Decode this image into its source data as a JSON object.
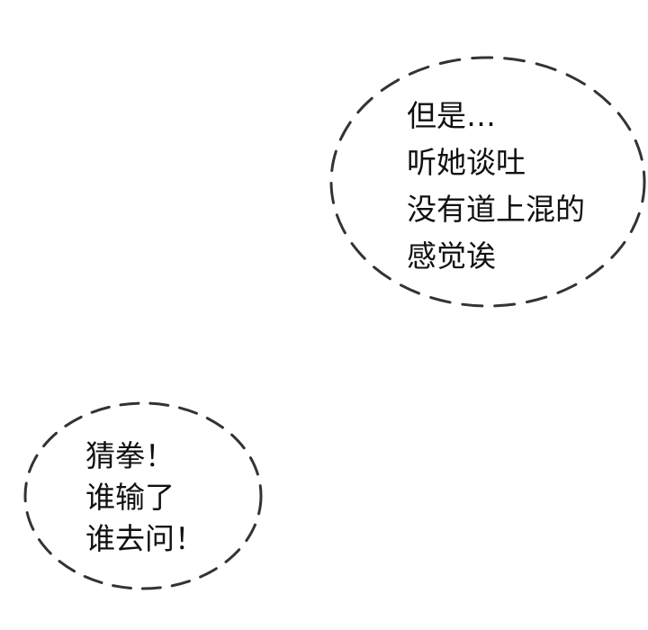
{
  "bubbles": [
    {
      "lines": [
        "但是…",
        "听她谈吐",
        "没有道上混的",
        "感觉诶"
      ]
    },
    {
      "lines": [
        "猜拳！",
        "谁输了",
        "谁去问！"
      ]
    }
  ],
  "colors": {
    "background": "#ffffff",
    "outline": "#333333",
    "text": "#111111"
  }
}
